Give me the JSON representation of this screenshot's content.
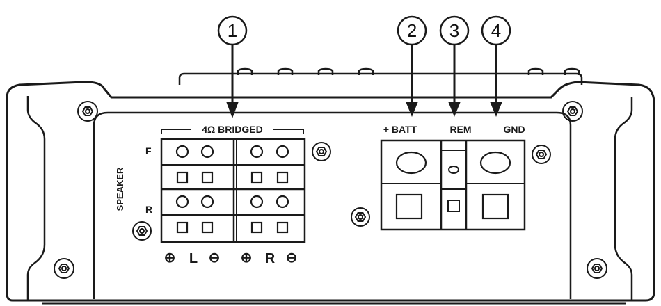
{
  "callouts": [
    "1",
    "2",
    "3",
    "4"
  ],
  "speaker_block": {
    "side_label": "SPEAKER",
    "bridge_label": "4Ω BRIDGED",
    "front_label": "F",
    "rear_label": "R",
    "left_channel": {
      "plus_symbol": "⊕",
      "label": "L",
      "minus_symbol": "⊖"
    },
    "right_channel": {
      "plus_symbol": "⊕",
      "label": "R",
      "minus_symbol": "⊖"
    }
  },
  "power_block": {
    "batt_label": "+ BATT",
    "rem_label": "REM",
    "gnd_label": "GND"
  },
  "colors": {
    "line": "#1a1a1a",
    "background": "#ffffff"
  }
}
